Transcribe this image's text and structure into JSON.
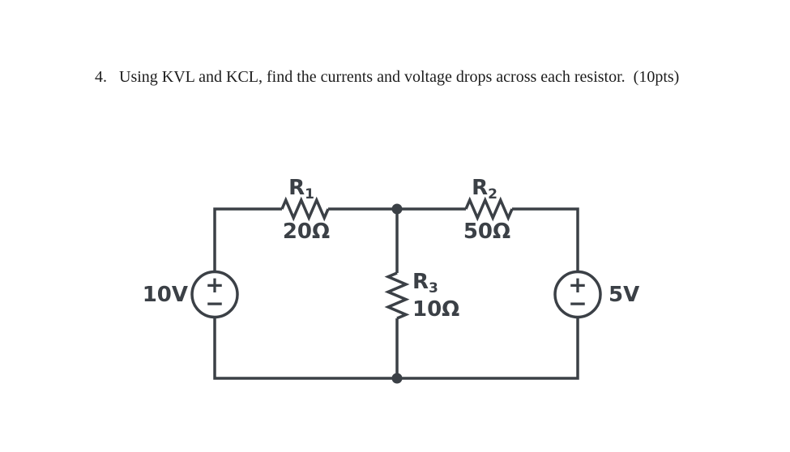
{
  "title": {
    "number": "4.",
    "text": "Using KVL and KCL, find the currents and voltage drops across each resistor.",
    "points": "(10pts)"
  },
  "circuit": {
    "colors": {
      "stroke": "#3b4046",
      "background": "#ffffff"
    },
    "resistors": [
      {
        "name": "R",
        "sub": "1",
        "value": "20Ω"
      },
      {
        "name": "R",
        "sub": "2",
        "value": "50Ω"
      },
      {
        "name": "R",
        "sub": "3",
        "value": "10Ω"
      }
    ],
    "sources": [
      {
        "label": "10V",
        "plus": "+",
        "minus": "−"
      },
      {
        "label": "5V",
        "plus": "+",
        "minus": "−"
      }
    ]
  }
}
